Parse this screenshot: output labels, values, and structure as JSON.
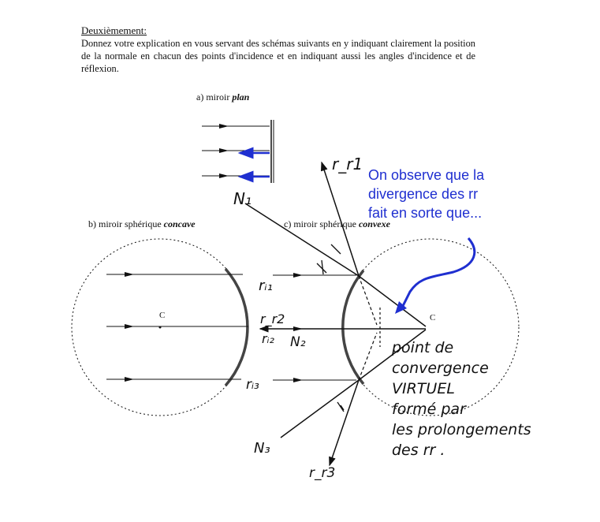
{
  "heading": "Deuxièmement:",
  "paragraph": "Donnez votre explication en vous servant des schémas suivants en y indiquant clairement la position de la normale en chacun des points d'incidence et en indiquant aussi les angles d'incidence et de réflexion.",
  "diagram_a": {
    "prefix": "a)  miroir ",
    "emphasis": "plan"
  },
  "diagram_b": {
    "prefix": "b) miroir sphérique ",
    "emphasis": "concave",
    "center": "C"
  },
  "diagram_c": {
    "prefix": "c) miroir sphérique ",
    "emphasis": "convexe",
    "center": "C"
  },
  "handwriting": {
    "N1": "N₁",
    "N2": "N₂",
    "N3": "N₃",
    "ri1": "rᵢ₁",
    "ri2": "rᵢ₂",
    "ri3": "rᵢ₃",
    "rr1": "r_r1",
    "rr2": "r_r2",
    "rr3": "r_r3"
  },
  "annotation_blue": [
    "On observe que la",
    "divergence des rr",
    "fait en sorte que..."
  ],
  "annotation_black": [
    "point de",
    "convergence",
    "VIRTUEL",
    "formé par",
    "les prolongements",
    "des rr ."
  ],
  "colors": {
    "ink": "#111111",
    "blue_ink": "#1f2fd0",
    "mirror": "#555555"
  }
}
